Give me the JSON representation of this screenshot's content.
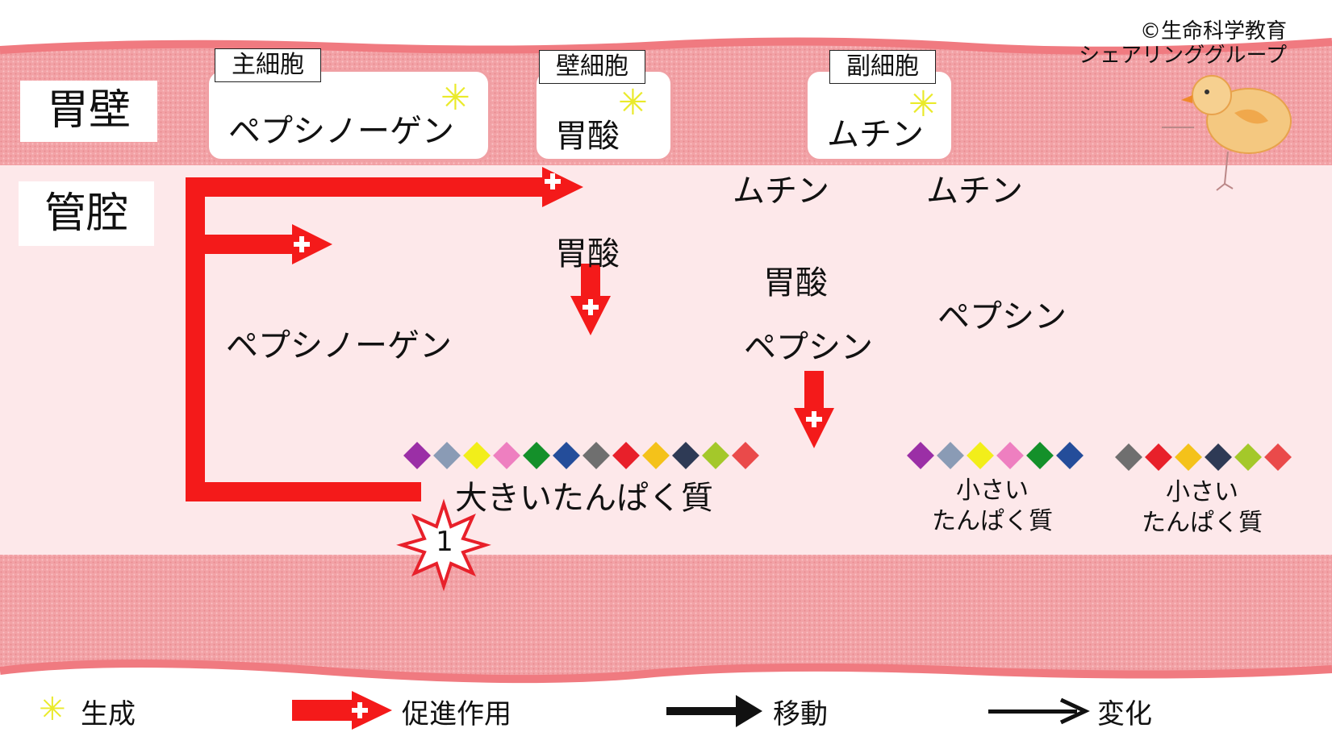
{
  "credit": "©生命科学教育\nシェアリンググループ",
  "regions": {
    "wall": "胃壁",
    "lumen": "管腔"
  },
  "cells": [
    {
      "tag": "主細胞",
      "product": "ペプシノーゲン"
    },
    {
      "tag": "壁細胞",
      "product": "胃酸"
    },
    {
      "tag": "副細胞",
      "product": "ムチン"
    }
  ],
  "lumen": {
    "pepsinogen": "ペプシノーゲン",
    "acid_top": "胃酸",
    "acid_mid": "胃酸",
    "mucin_1": "ムチン",
    "mucin_2": "ムチン",
    "pepsin_1": "ペプシン",
    "pepsin_2": "ペプシン",
    "large_protein": "大きいたんぱく質",
    "small_protein_1": "小さい\nたんぱく質",
    "small_protein_2": "小さい\nたんぱく質",
    "step_number": "1"
  },
  "protein_colors": {
    "large": [
      "#9b2fa6",
      "#8a9bb5",
      "#f2ee1a",
      "#ee7fc0",
      "#14902a",
      "#244d9a",
      "#6f6f6f",
      "#e8202a",
      "#f4c21a",
      "#2e3a55",
      "#a4c82a",
      "#ea4a4a"
    ],
    "small_1": [
      "#9b2fa6",
      "#8a9bb5",
      "#f2ee1a",
      "#ee7fc0",
      "#14902a",
      "#244d9a"
    ],
    "small_2": [
      "#6f6f6f",
      "#e8202a",
      "#f4c21a",
      "#2e3a55",
      "#a4c82a",
      "#ea4a4a"
    ]
  },
  "legend": {
    "generation": "生成",
    "promotion": "促進作用",
    "movement": "移動",
    "change": "変化"
  },
  "colors": {
    "wall": "#f4a6aa",
    "wall_border": "#f07a80",
    "lumen": "#fde8ea",
    "arrow_red": "#f41a1a",
    "generation_star": "#eaea2a"
  },
  "icons": {
    "generation": "asterisk-icon",
    "promotion": "red-plus-arrow-icon",
    "movement": "black-bold-arrow-icon",
    "change": "black-thin-arrow-icon",
    "mascot": "chick-mascot-icon",
    "step": "starburst-badge-icon"
  }
}
